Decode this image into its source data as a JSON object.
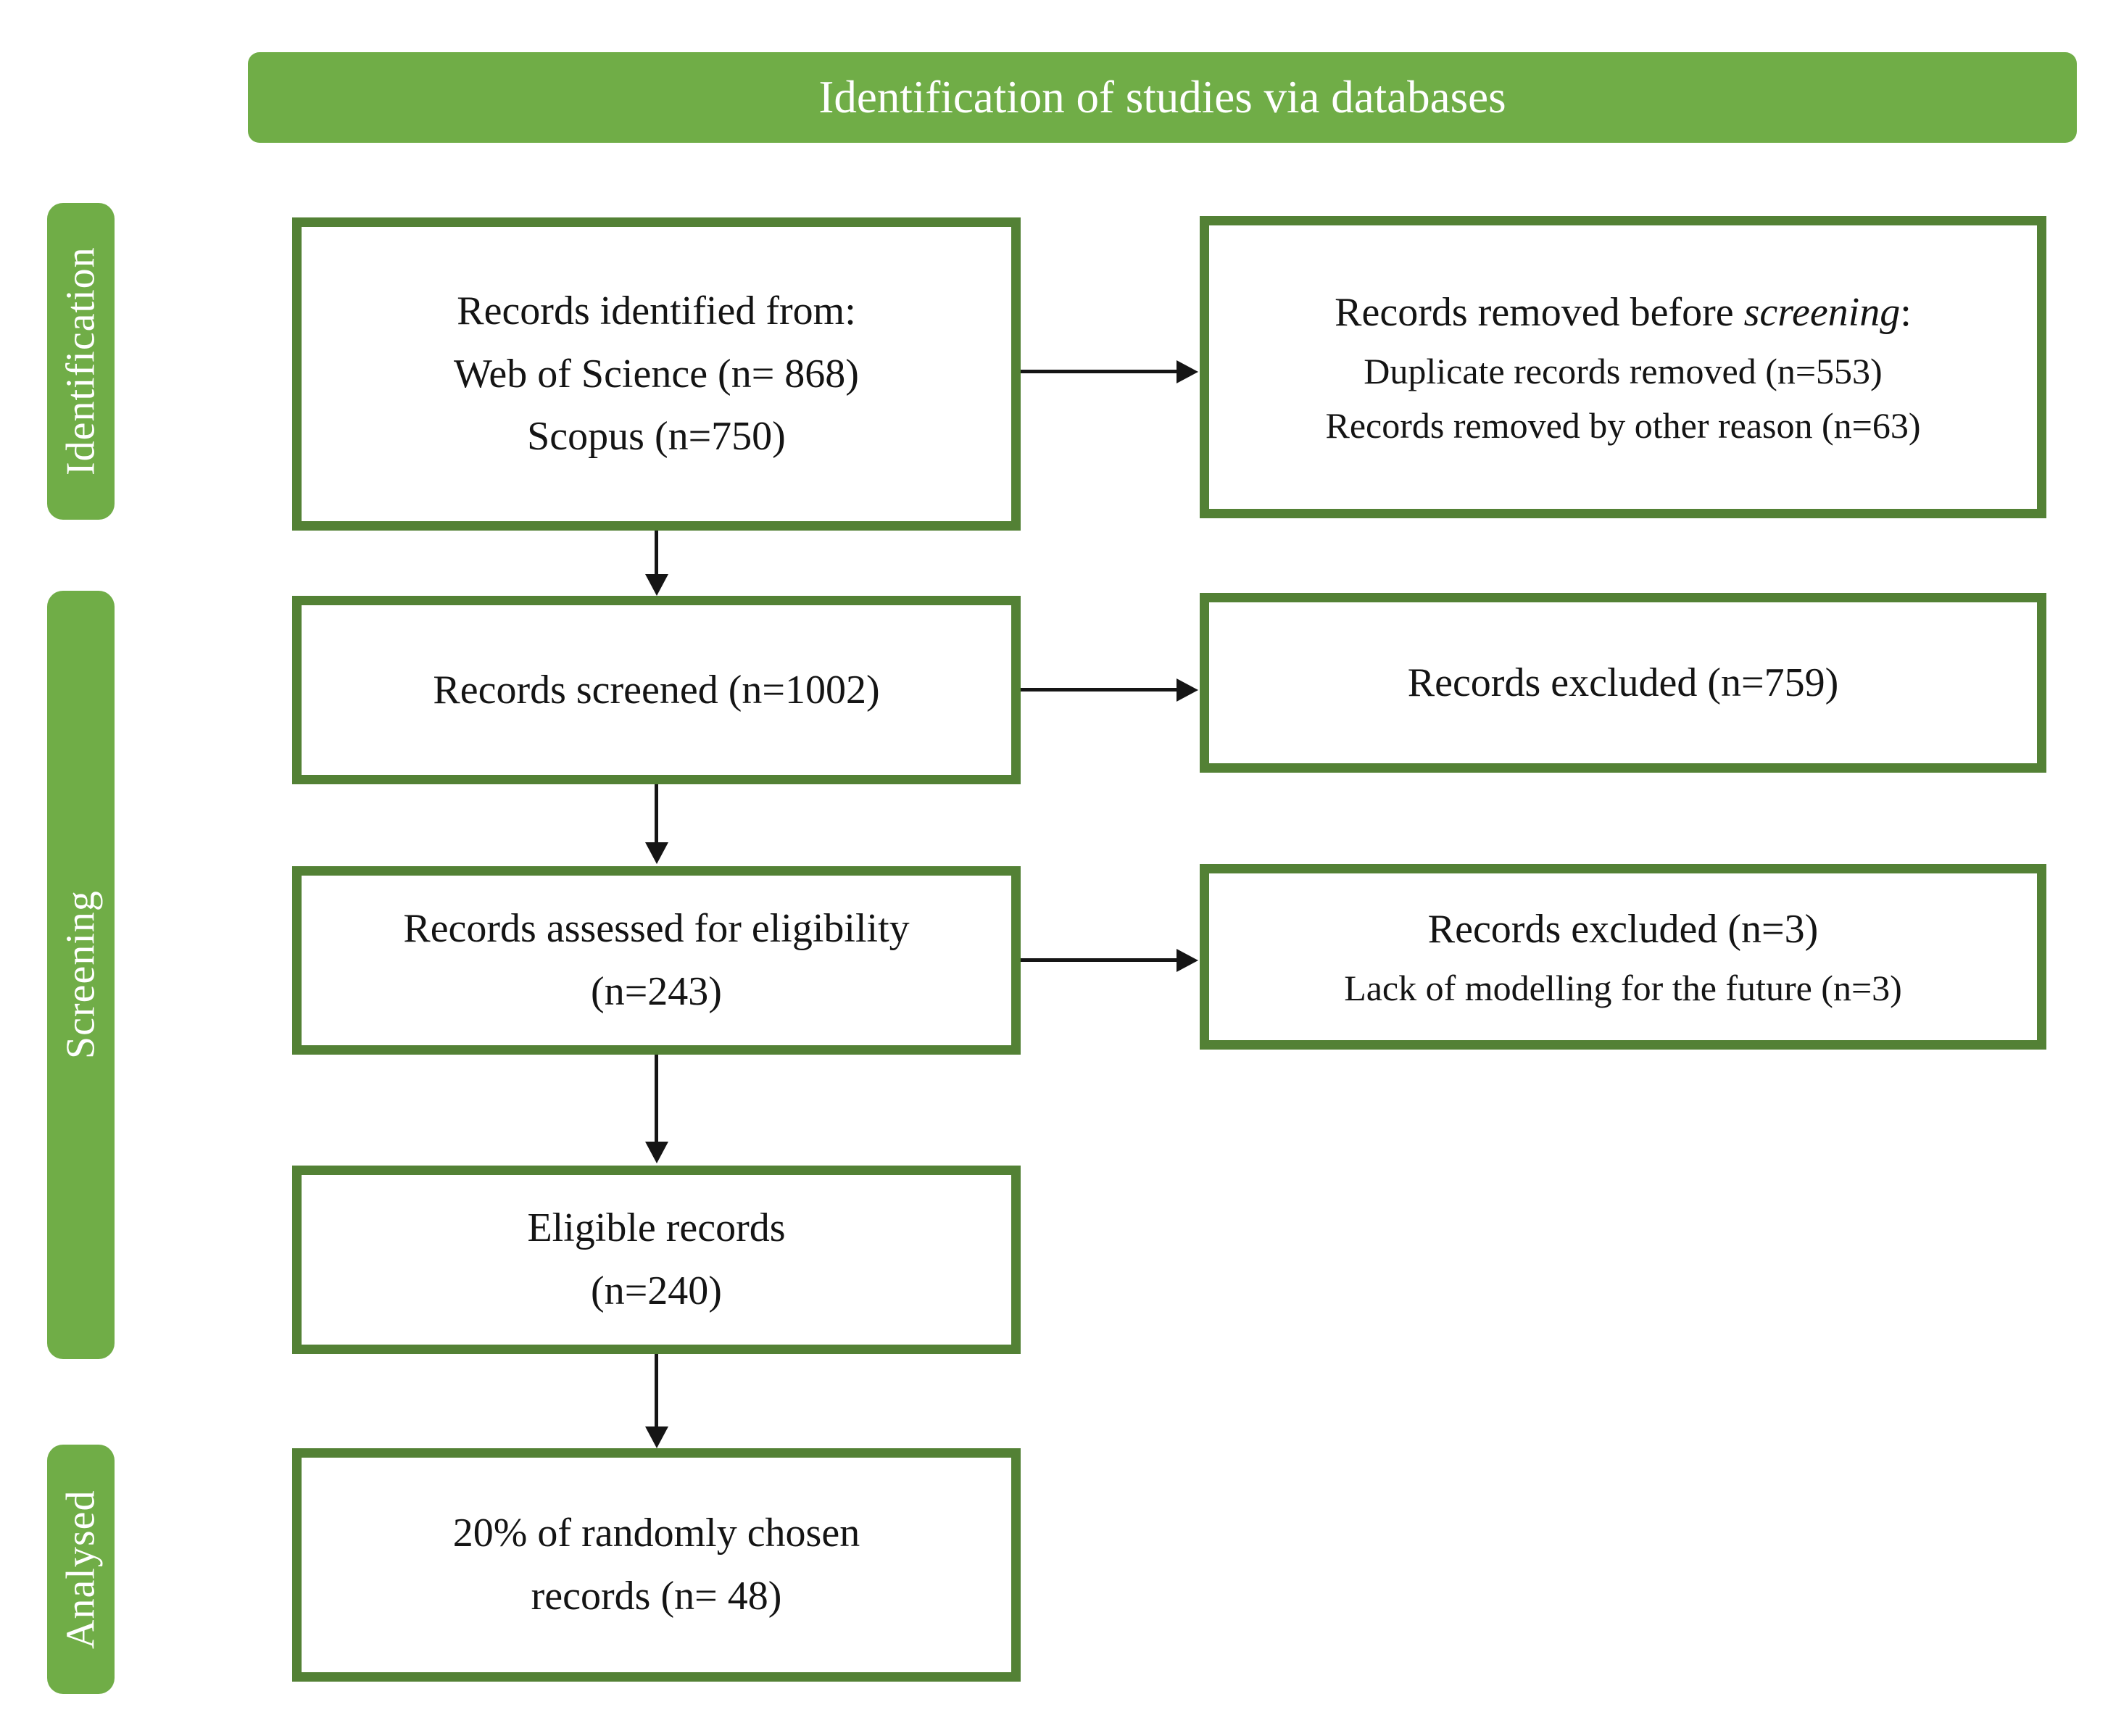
{
  "header": {
    "title": "Identification of studies via databases"
  },
  "stage_labels": [
    {
      "label": "Identification"
    },
    {
      "label": "Screening"
    },
    {
      "label": "Analysed"
    }
  ],
  "boxes": {
    "identified": {
      "line1": "Records identified from:",
      "line2": "Web of Science (n= 868)",
      "line3": "Scopus (n=750)"
    },
    "removed": {
      "title_prefix": "Records removed before ",
      "title_italic": "screening",
      "title_suffix": ":",
      "reason1": "Duplicate records removed (n=553)",
      "reason2": "Records removed by other reason (n=63)"
    },
    "screened": {
      "line1": "Records screened (n=1002)"
    },
    "excluded_screening": {
      "line1": "Records excluded (n=759)"
    },
    "assessed": {
      "line1": "Records assessed for eligibility",
      "line2": "(n=243)"
    },
    "excluded_eligibility": {
      "line1": "Records excluded (n=3)",
      "reason1": "Lack of modelling for the future (n=3)"
    },
    "eligible": {
      "line1": "Eligible records",
      "line2": "(n=240)"
    },
    "analysed": {
      "line1": "20% of randomly chosen",
      "line2": "records (n= 48)"
    }
  },
  "colors": {
    "fill_green": "#70ad47",
    "border_green": "#538135",
    "arrow_black": "#151515",
    "text_black": "#141414"
  }
}
